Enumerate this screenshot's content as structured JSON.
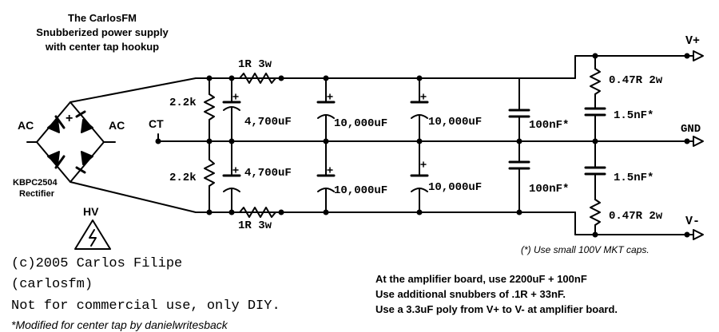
{
  "title": {
    "line1": "The CarlosFM",
    "line2": "Snubberized power supply",
    "line3": "with center tap hookup"
  },
  "bridge": {
    "ac_left": "AC",
    "ac_right": "AC",
    "plus": "+",
    "part_name": "KBPC2504",
    "part_label": "Rectifier"
  },
  "center_tap": "CT",
  "hv_label": "HV",
  "resistors": {
    "bleeder_top": "2.2k",
    "bleeder_bottom": "2.2k",
    "series_top": "1R 3w",
    "series_bottom": "1R 3w",
    "snub_top": "0.47R 2w",
    "snub_bottom": "0.47R 2w"
  },
  "capacitors": {
    "c1_top": "4,700uF",
    "c1_bottom": "4,700uF",
    "c2_top": "10,000uF",
    "c2_bottom": "10,000uF",
    "c3_top": "10,000uF",
    "c3_bottom": "10,000uF",
    "c4_top": "100nF*",
    "c4_bottom": "100nF*",
    "snub_cap_top": "1.5nF*",
    "snub_cap_bottom": "1.5nF*"
  },
  "outputs": {
    "vplus": "V+",
    "gnd": "GND",
    "vminus": "V-"
  },
  "footnote": "(*) Use small 100V MKT caps.",
  "credits": {
    "copyright": "(c)2005 Carlos Filipe",
    "handle": "(carlosfm)",
    "license": "Not for commercial use, only DIY.",
    "modified": "*Modified for center tap by danielwritesback"
  },
  "notes": {
    "line1": "At the amplifier board, use 2200uF + 100nF",
    "line2": "Use additional snubbers of .1R + 33nF.",
    "line3": "Use a 3.3uF poly from V+ to V- at amplifier board."
  }
}
